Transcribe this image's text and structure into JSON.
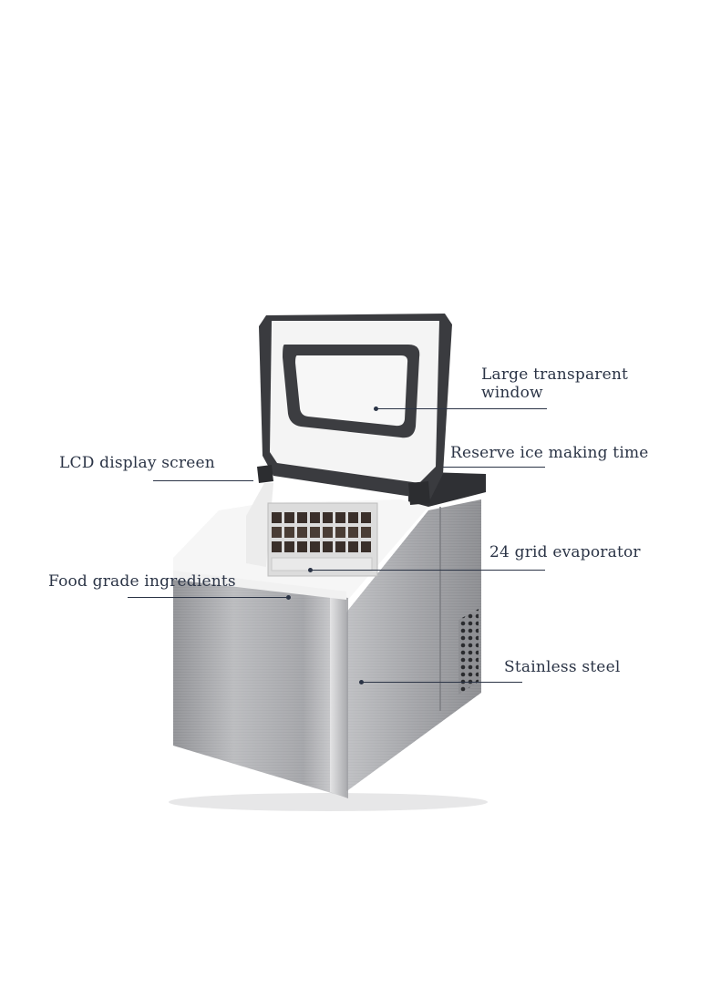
{
  "image": {
    "subject": "countertop-ice-maker",
    "colors": {
      "background": "#ffffff",
      "text": "#2b3446",
      "steel_light": "#c9c9cb",
      "steel_dark": "#7d7e82",
      "lid_frame": "#3a3b3f",
      "lid_panel": "#f4f4f4"
    }
  },
  "callouts": {
    "window_line1": "Large transparent",
    "window_line2": "window",
    "lcd": "LCD display screen",
    "reserve": "Reserve ice making time",
    "evaporator": "24 grid evaporator",
    "food_grade": "Food grade ingredients",
    "steel": "Stainless steel"
  }
}
